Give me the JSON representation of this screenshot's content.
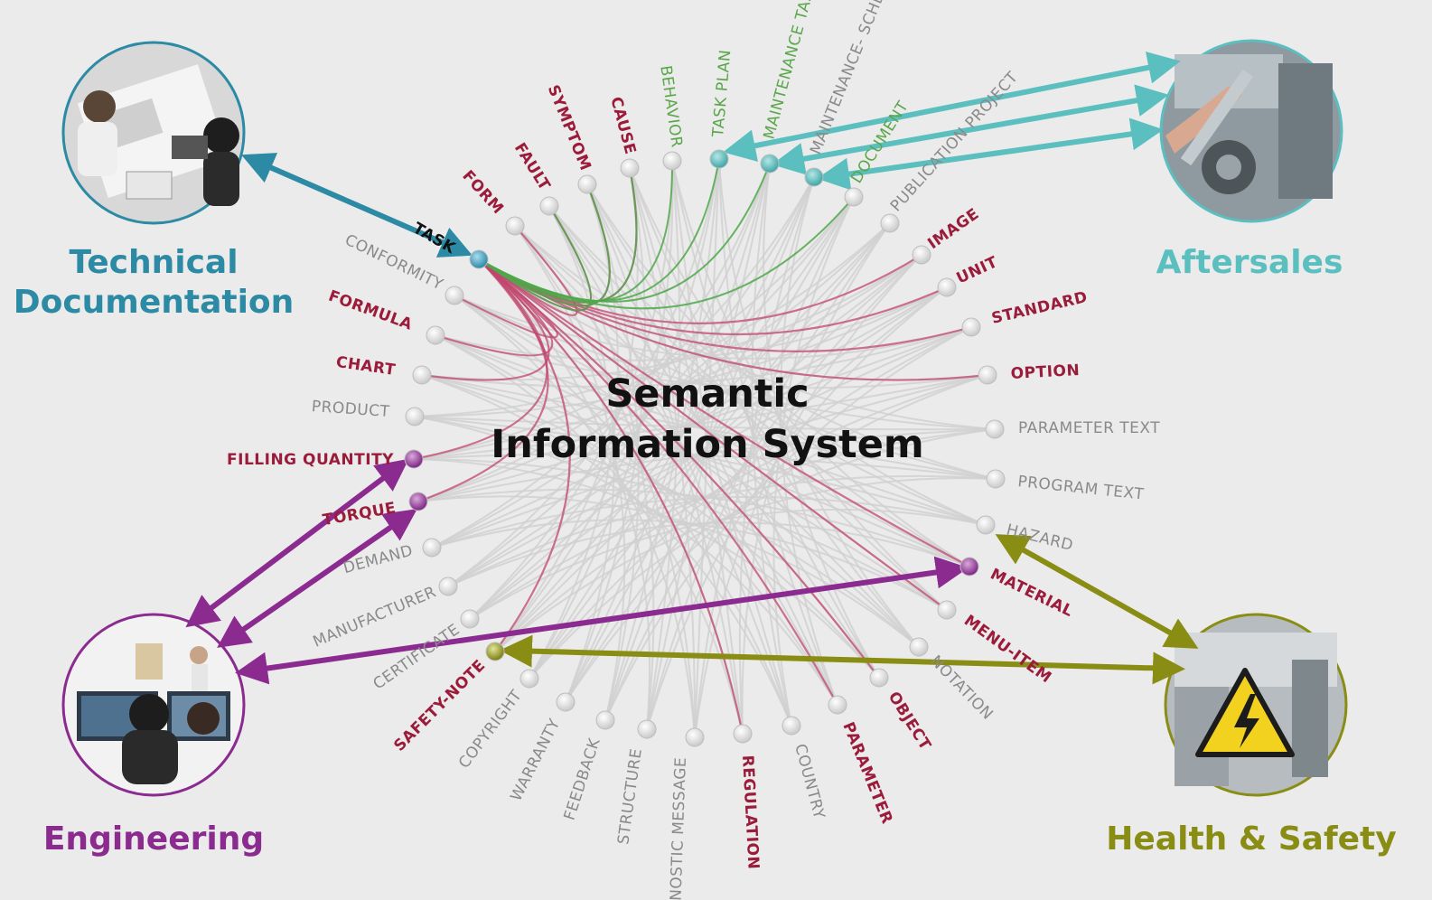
{
  "title": {
    "line1": "Semantic",
    "line2": "Information System"
  },
  "departments": {
    "technical_documentation": {
      "line1": "Technical",
      "line2": "Documentation",
      "color": "#2c8aa4"
    },
    "aftersales": {
      "label": "Aftersales",
      "color": "#5bbfc0"
    },
    "engineering": {
      "label": "Engineering",
      "color": "#8b2a8f"
    },
    "health_safety": {
      "label": "Health & Safety",
      "color": "#8a8d14"
    }
  },
  "nodes": [
    {
      "id": "task",
      "label": "TASK",
      "color": "black"
    },
    {
      "id": "form",
      "label": "FORM",
      "color": "red"
    },
    {
      "id": "fault",
      "label": "FAULT",
      "color": "red"
    },
    {
      "id": "symptom",
      "label": "SYMPTOM",
      "color": "red"
    },
    {
      "id": "cause",
      "label": "CAUSE",
      "color": "red"
    },
    {
      "id": "behavior",
      "label": "BEHAVIOR",
      "color": "green"
    },
    {
      "id": "task_plan",
      "label": "TASK PLAN",
      "color": "green"
    },
    {
      "id": "maintenance_task",
      "label": "MAINTENANCE TASK",
      "color": "green"
    },
    {
      "id": "maintenance_schedule",
      "label": "MAINTENANCE- SCHEDULE",
      "color": "grey"
    },
    {
      "id": "document",
      "label": "DOCUMENT",
      "color": "green"
    },
    {
      "id": "publication_project",
      "label": "PUBLICATION PROJECT",
      "color": "grey"
    },
    {
      "id": "image",
      "label": "IMAGE",
      "color": "red"
    },
    {
      "id": "unit",
      "label": "UNIT",
      "color": "red"
    },
    {
      "id": "standard",
      "label": "STANDARD",
      "color": "red"
    },
    {
      "id": "option",
      "label": "OPTION",
      "color": "red"
    },
    {
      "id": "parameter_text",
      "label": "PARAMETER TEXT",
      "color": "grey"
    },
    {
      "id": "program_text",
      "label": "PROGRAM TEXT",
      "color": "grey"
    },
    {
      "id": "hazard",
      "label": "HAZARD",
      "color": "grey"
    },
    {
      "id": "material",
      "label": "MATERIAL",
      "color": "red"
    },
    {
      "id": "menu_item",
      "label": "MENU-ITEM",
      "color": "red"
    },
    {
      "id": "notation",
      "label": "NOTATION",
      "color": "grey"
    },
    {
      "id": "object",
      "label": "OBJECT",
      "color": "red"
    },
    {
      "id": "parameter",
      "label": "PARAMETER",
      "color": "red"
    },
    {
      "id": "country",
      "label": "COUNTRY",
      "color": "grey"
    },
    {
      "id": "regulation",
      "label": "REGULATION",
      "color": "red"
    },
    {
      "id": "diagnostic_message",
      "label": "DIAGNOSTIC MESSAGE",
      "color": "grey"
    },
    {
      "id": "structure",
      "label": "STRUCTURE",
      "color": "grey"
    },
    {
      "id": "feedback",
      "label": "FEEDBACK",
      "color": "grey"
    },
    {
      "id": "warranty",
      "label": "WARRANTY",
      "color": "grey"
    },
    {
      "id": "copyright",
      "label": "COPYRIGHT",
      "color": "grey"
    },
    {
      "id": "safety_note",
      "label": "SAFETY-NOTE",
      "color": "red"
    },
    {
      "id": "certificate",
      "label": "CERTIFICATE",
      "color": "grey"
    },
    {
      "id": "manufacturer",
      "label": "MANUFACTURER",
      "color": "grey"
    },
    {
      "id": "demand",
      "label": "DEMAND",
      "color": "grey"
    },
    {
      "id": "torque",
      "label": "TORQUE",
      "color": "red"
    },
    {
      "id": "filling_quantity",
      "label": "FILLING QUANTITY",
      "color": "red"
    },
    {
      "id": "product",
      "label": "PRODUCT",
      "color": "grey"
    },
    {
      "id": "chart",
      "label": "CHART",
      "color": "red"
    },
    {
      "id": "formula",
      "label": "FORMULA",
      "color": "red"
    },
    {
      "id": "conformity",
      "label": "CONFORMITY",
      "color": "grey"
    }
  ],
  "colors": {
    "background": "#ebebeb",
    "red": "#9b1b3a",
    "grey": "#8a8a8a",
    "green": "#5aa64a",
    "teal": "#5bbfc0",
    "blue": "#2c8aa4",
    "purple": "#8b2a8f",
    "olive": "#8a8d14"
  }
}
